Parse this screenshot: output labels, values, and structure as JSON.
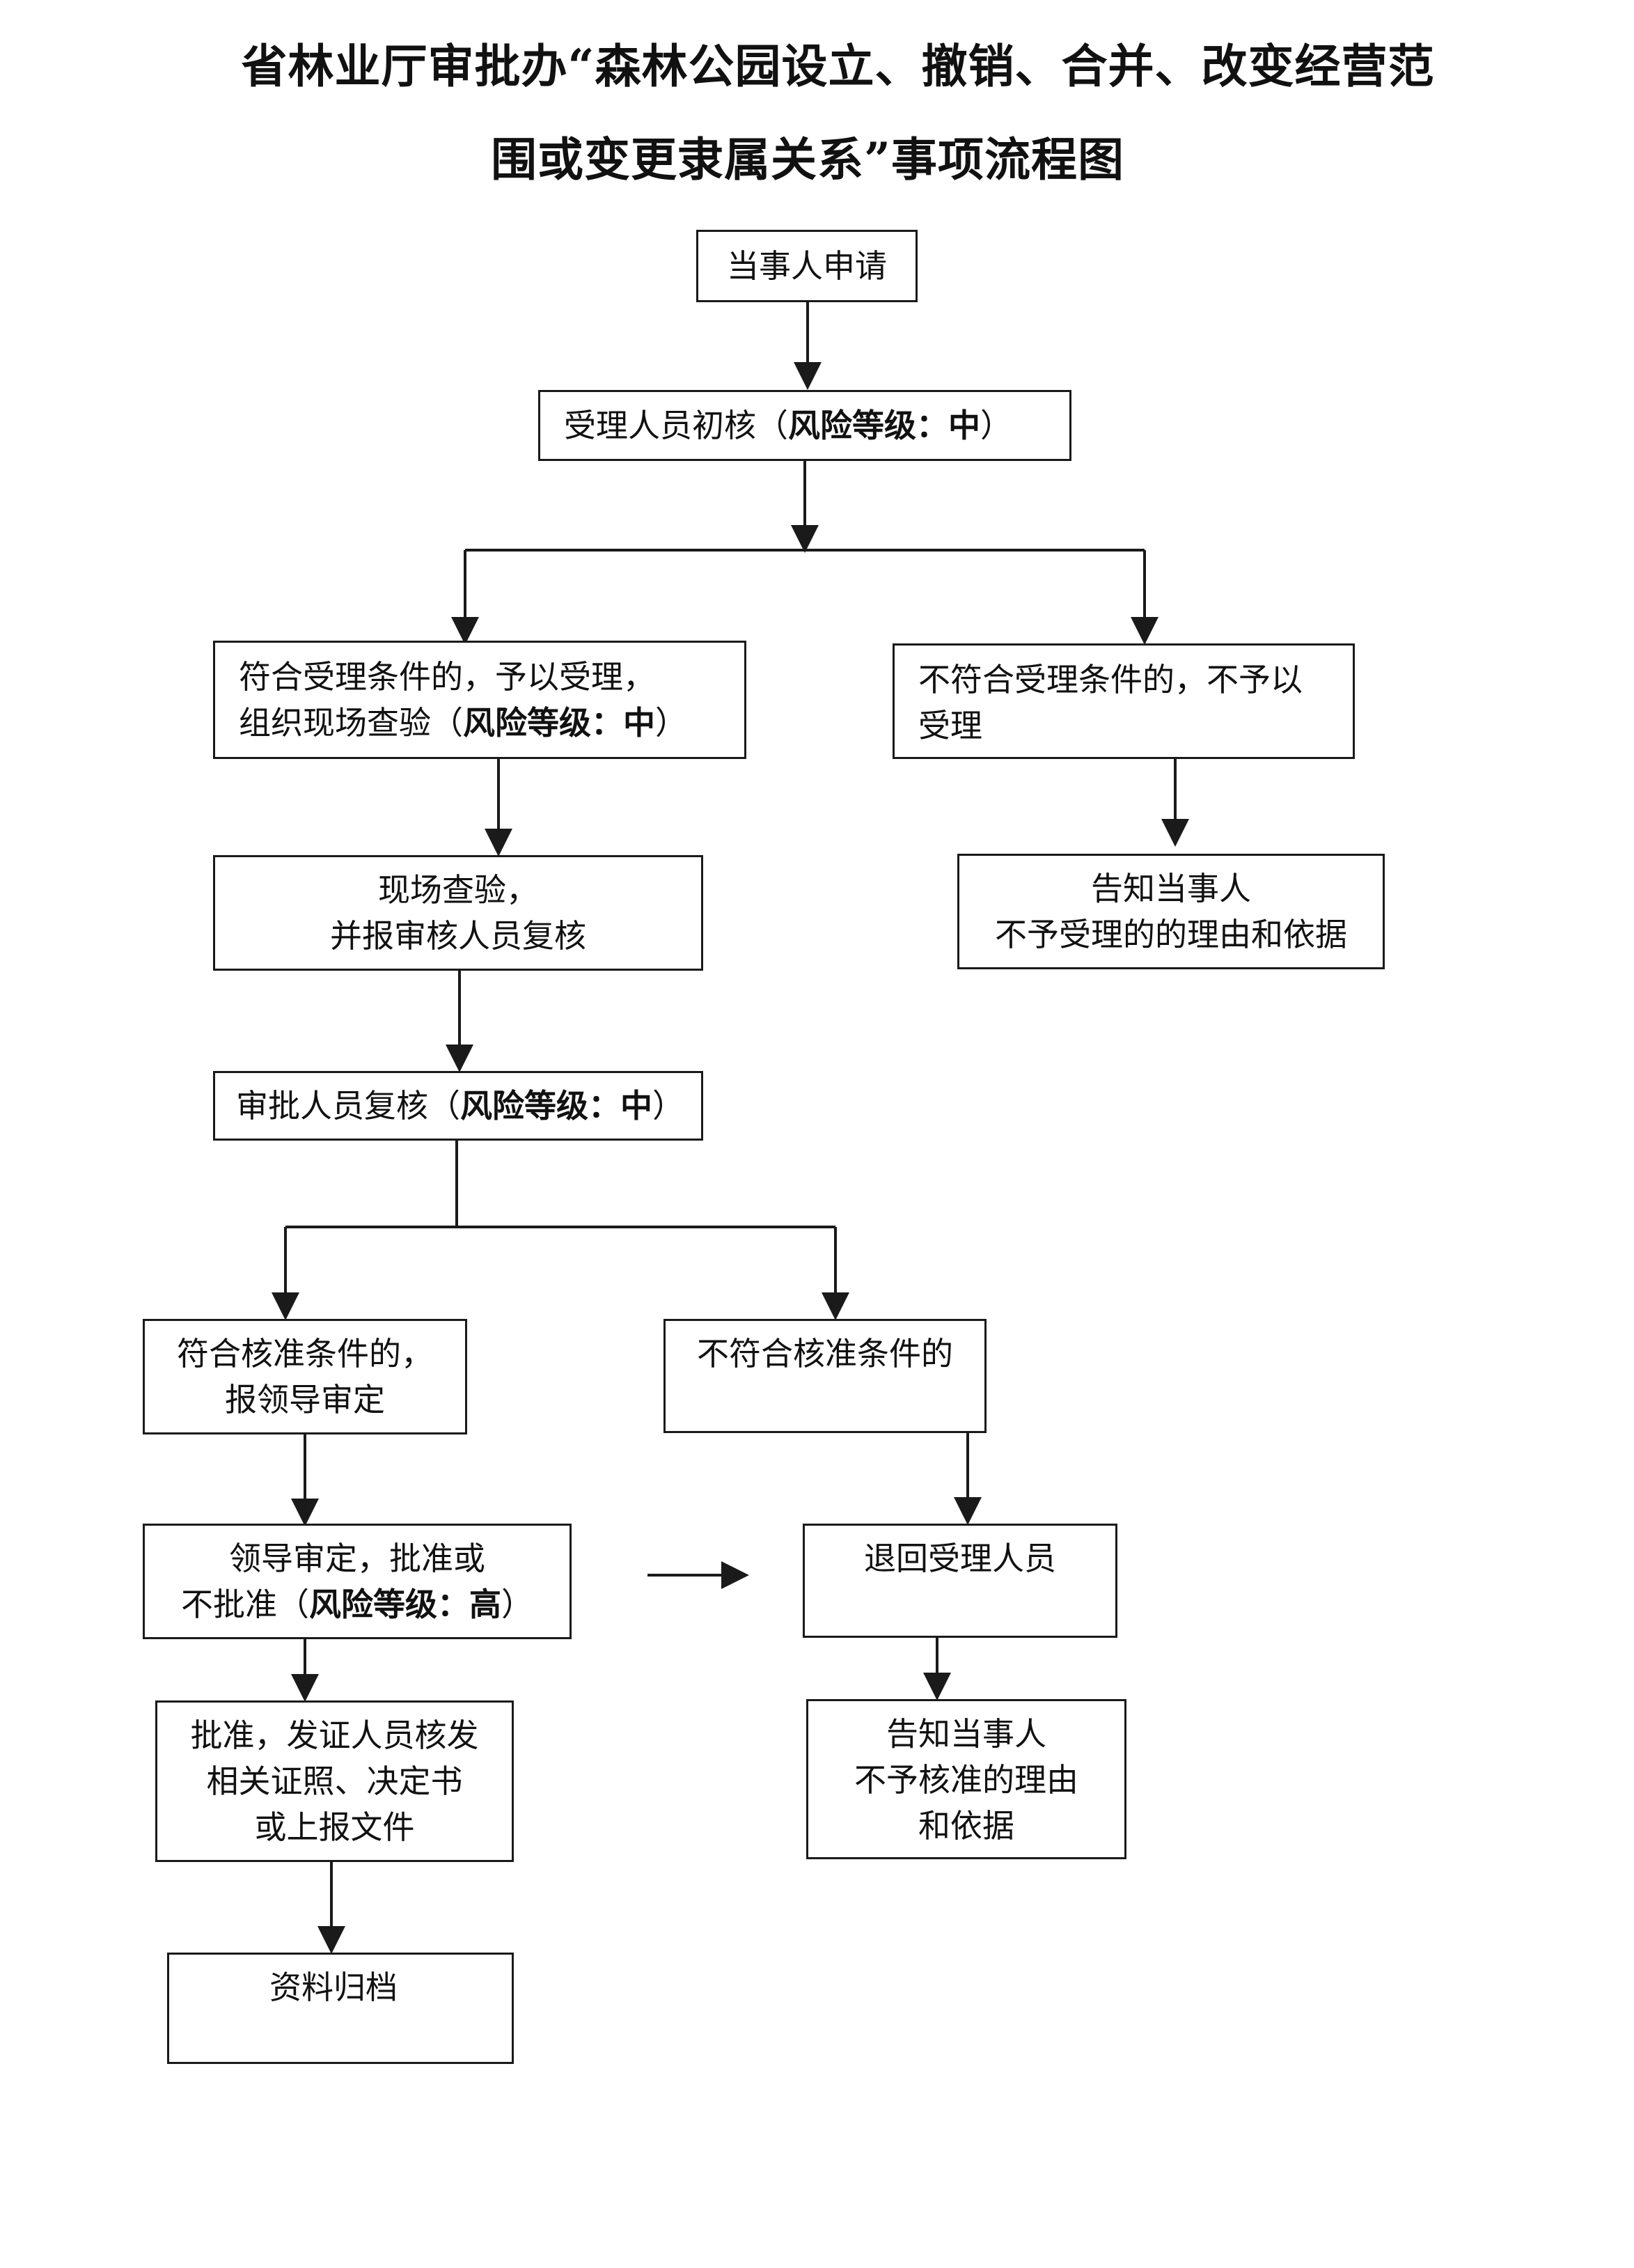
{
  "title": {
    "line1": "省林业厅审批办“森林公园设立、撤销、合并、改变经营范",
    "line2": "围或变更隶属关系”事项流程图"
  },
  "nodes": {
    "apply": {
      "lines": [
        "当事人申请"
      ]
    },
    "initial_review": {
      "prefix": "受理人员初核（",
      "risk": "风险等级：中",
      "suffix": "）"
    },
    "accept": {
      "line1": "符合受理条件的，予以受理，",
      "line2_prefix": "组织现场查验（",
      "line2_risk": "风险等级：中",
      "line2_suffix": "）"
    },
    "reject": {
      "line1": "不符合受理条件的，不予以",
      "line2": "受理"
    },
    "inform_reject": {
      "line1": "告知当事人",
      "line2": "不予受理的的理由和依据"
    },
    "site_check": {
      "line1": "现场查验，",
      "line2": "并报审核人员复核"
    },
    "approver_review": {
      "prefix": "审批人员复核（",
      "risk": "风险等级：中",
      "suffix": "）"
    },
    "qualified": {
      "line1": "符合核准条件的，",
      "line2": "报领导审定"
    },
    "unqualified": {
      "line1": "不符合核准条件的"
    },
    "leader": {
      "line1": "领导审定，批准或",
      "line2_prefix": "不批准（",
      "line2_risk": "风险等级：高",
      "line2_suffix": "）"
    },
    "return": {
      "line1": "退回受理人员"
    },
    "approve": {
      "line1": "批准，发证人员核发",
      "line2": "相关证照、决定书",
      "line3": "或上报文件"
    },
    "inform_unqualified": {
      "line1": "告知当事人",
      "line2": "不予核准的理由",
      "line3": "和依据"
    },
    "archive": {
      "line1": "资料归档"
    }
  }
}
